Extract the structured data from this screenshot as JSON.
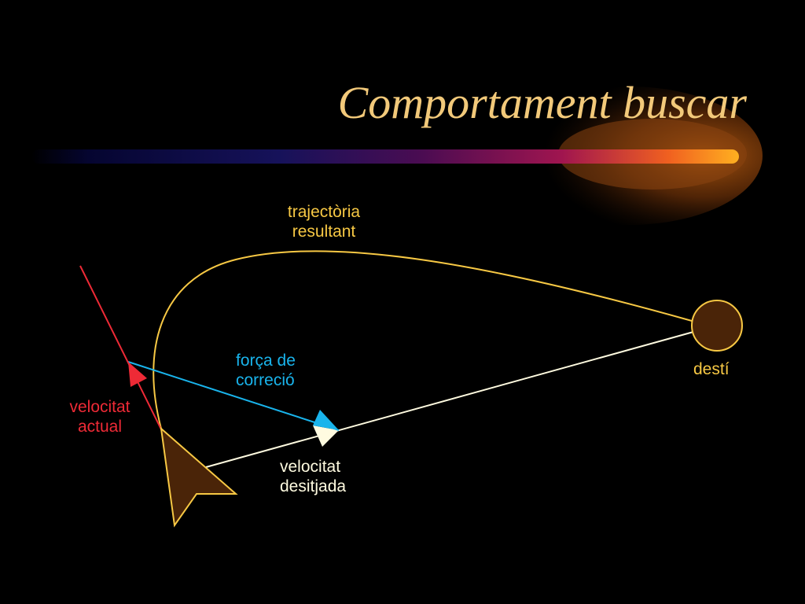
{
  "slide": {
    "title": "Comportament buscar"
  },
  "labels": {
    "trajectory": {
      "line1": "trajectòria",
      "line2": "resultant"
    },
    "correction_force": {
      "line1": "força de",
      "line2": "correció"
    },
    "current_velocity": {
      "line1": "velocitat",
      "line2": "actual"
    },
    "desired_velocity": {
      "line1": "velocitat",
      "line2": "desitjada"
    },
    "target": "destí"
  },
  "colors": {
    "background": "#000000",
    "title": "#f2c97a",
    "trajectory": "#f7c844",
    "correction_force": "#19b4ec",
    "current_velocity": "#ee2a36",
    "desired_velocity": "#fffbe0",
    "body_fill": "#4a2408",
    "target_fill": "#4a2408"
  },
  "icons": {
    "vehicle": "arrowhead-shape",
    "target": "circle-shape"
  }
}
